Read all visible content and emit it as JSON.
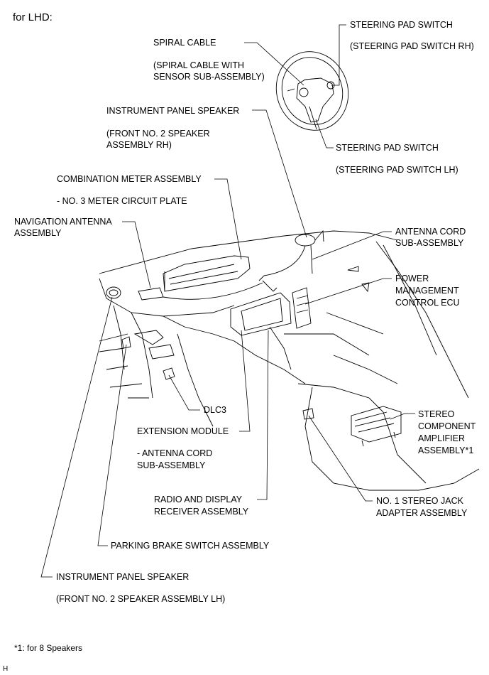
{
  "header": "for LHD:",
  "labels": {
    "steering_pad_switch": "STEERING PAD SWITCH",
    "steering_pad_switch_rh": "(STEERING PAD SWITCH RH)",
    "spiral_cable": "SPIRAL CABLE",
    "spiral_cable_with_sensor_1": "(SPIRAL CABLE WITH",
    "spiral_cable_with_sensor_2": "SENSOR SUB-ASSEMBLY)",
    "instrument_panel_speaker_top": "INSTRUMENT PANEL SPEAKER",
    "front_no2_speaker_rh_1": "(FRONT NO. 2 SPEAKER",
    "front_no2_speaker_rh_2": "ASSEMBLY RH)",
    "steering_pad_switch_2": "STEERING PAD SWITCH",
    "steering_pad_switch_lh": "(STEERING PAD SWITCH LH)",
    "combination_meter": "COMBINATION METER ASSEMBLY",
    "meter_circuit_plate": "- NO. 3 METER CIRCUIT PLATE",
    "navigation_antenna_1": "NAVIGATION ANTENNA",
    "navigation_antenna_2": "ASSEMBLY",
    "antenna_cord_1": "ANTENNA CORD",
    "antenna_cord_2": "SUB-ASSEMBLY",
    "power_mgmt_1": "POWER",
    "power_mgmt_2": "MANAGEMENT",
    "power_mgmt_3": "CONTROL ECU",
    "dlc3": "DLC3",
    "stereo_amp_1": "STEREO",
    "stereo_amp_2": "COMPONENT",
    "stereo_amp_3": "AMPLIFIER",
    "stereo_amp_4": "ASSEMBLY*1",
    "extension_module": "EXTENSION MODULE",
    "ext_antenna_cord_1": "- ANTENNA CORD",
    "ext_antenna_cord_2": "SUB-ASSEMBLY",
    "radio_display_1": "RADIO AND DISPLAY",
    "radio_display_2": "RECEIVER ASSEMBLY",
    "stereo_jack_1": "NO. 1 STEREO JACK",
    "stereo_jack_2": "ADAPTER ASSEMBLY",
    "parking_brake": "PARKING BRAKE SWITCH ASSEMBLY",
    "instrument_panel_speaker_bottom": "INSTRUMENT PANEL SPEAKER",
    "front_no2_speaker_lh": "(FRONT NO. 2 SPEAKER ASSEMBLY LH)"
  },
  "footnote": "*1: for 8 Speakers",
  "corner_mark": "H"
}
